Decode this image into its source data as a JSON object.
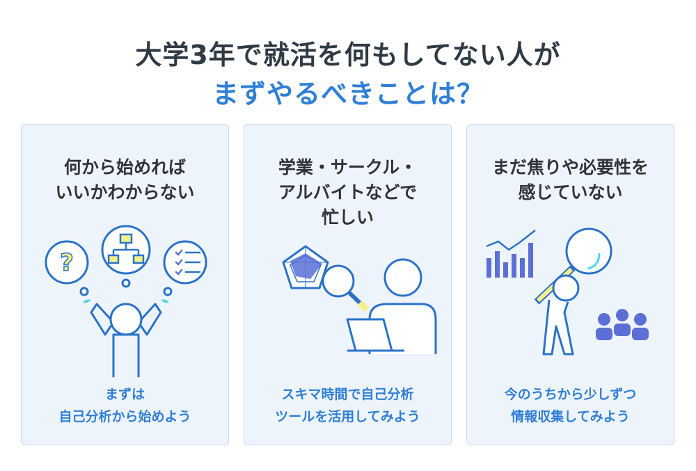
{
  "title": {
    "line1": "大学3年で就活を何もしてない人が",
    "line2": "まずやるべきことは？"
  },
  "cards": [
    {
      "heading": "何から始めれば\nいいかわからない",
      "advice": "まずは\n自己分析から始めよう",
      "illustration": "confused-person-icon"
    },
    {
      "heading": "学業・サークル・\nアルバイトなどで\n忙しい",
      "advice": "スキマ時間で自己分析\nツールを活用してみよう",
      "illustration": "busy-person-laptop-icon"
    },
    {
      "heading": "まだ焦りや必要性を\n感じていない",
      "advice": "今のうちから少しずつ\n情報収集してみよう",
      "illustration": "person-magnifier-icon"
    }
  ],
  "colors": {
    "title_dark": "#2f3a44",
    "accent_blue": "#2f7fd6",
    "card_bg": "#eef4fc",
    "card_border": "#c7daf3",
    "line_blue": "#2a72c8",
    "fill_yellow": "#f3f08a",
    "fill_purple": "#5b6fd6",
    "sweat_cyan": "#55d4e8"
  }
}
